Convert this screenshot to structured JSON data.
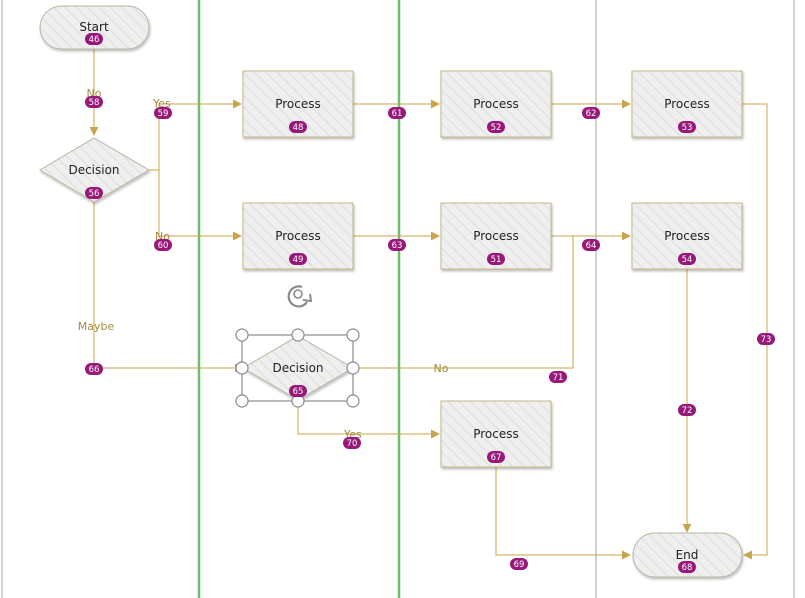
{
  "colors": {
    "connector": "#c8a548",
    "badge": "#98187a",
    "shape_fill": "#efefef",
    "shape_stroke": "#c8b884",
    "lane_selected": "#6cc06c",
    "lane_normal": "#b9c6c2",
    "handle": "#8a8a8a"
  },
  "nodes": [
    {
      "id": "start",
      "kind": "terminal",
      "text": "Start",
      "badge": "46"
    },
    {
      "id": "d56",
      "kind": "decision",
      "text": "Decision",
      "badge": "56"
    },
    {
      "id": "p48",
      "kind": "process",
      "text": "Process",
      "badge": "48"
    },
    {
      "id": "p52",
      "kind": "process",
      "text": "Process",
      "badge": "52"
    },
    {
      "id": "p53",
      "kind": "process",
      "text": "Process",
      "badge": "53"
    },
    {
      "id": "p49",
      "kind": "process",
      "text": "Process",
      "badge": "49"
    },
    {
      "id": "p51",
      "kind": "process",
      "text": "Process",
      "badge": "51"
    },
    {
      "id": "p54",
      "kind": "process",
      "text": "Process",
      "badge": "54"
    },
    {
      "id": "d65",
      "kind": "decision",
      "text": "Decision",
      "badge": "65",
      "selected": true
    },
    {
      "id": "p67",
      "kind": "process",
      "text": "Process",
      "badge": "67"
    },
    {
      "id": "end",
      "kind": "terminal",
      "text": "End",
      "badge": "68"
    }
  ],
  "connectors": [
    {
      "badge": "58",
      "label": "No"
    },
    {
      "badge": "59",
      "label": "Yes"
    },
    {
      "badge": "60",
      "label": "No"
    },
    {
      "badge": "61",
      "label": ""
    },
    {
      "badge": "62",
      "label": ""
    },
    {
      "badge": "63",
      "label": ""
    },
    {
      "badge": "64",
      "label": ""
    },
    {
      "badge": "66",
      "label": "Maybe"
    },
    {
      "badge": "71",
      "label": "No"
    },
    {
      "badge": "70",
      "label": "Yes"
    },
    {
      "badge": "69",
      "label": ""
    },
    {
      "badge": "72",
      "label": ""
    },
    {
      "badge": "73",
      "label": ""
    }
  ],
  "icons": {
    "rotate_handle": "rotate-icon"
  }
}
